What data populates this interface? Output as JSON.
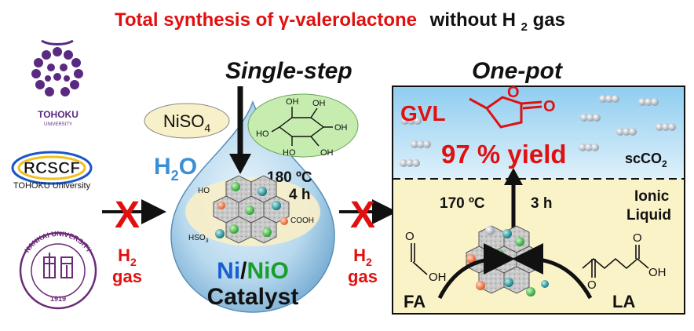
{
  "title": {
    "part1": "Total synthesis of γ-valerolactone",
    "part2": "without H",
    "part2_sub": "2",
    "part3": " gas",
    "color1": "#e01010",
    "color2": "#111111"
  },
  "logos": {
    "tohoku_label": "TOHOKU",
    "tohoku_sub": "UNIVERSITY",
    "rcscf_label": "RCSCF",
    "rcscf_sub": "TOHOKU University",
    "nankai_ring": "NANKAI UNIVERSITY",
    "nankai_year": "1919"
  },
  "left_panel": {
    "heading": "Single-step",
    "nickel_salt": "NiSO",
    "nickel_salt_sub": "4",
    "solvent": "H",
    "solvent_sub": "2",
    "solvent_tail": "O",
    "temperature": "180 ºC",
    "time": "4 h",
    "catalyst_line1_a": "Ni",
    "catalyst_line1_sep": "/",
    "catalyst_line1_b": "NiO",
    "catalyst_line2": "Catalyst",
    "glucose_groups": [
      "OH",
      "OH",
      "HO",
      "HO",
      "OH",
      "OH"
    ],
    "sheet_groups": [
      "HO",
      "COOH",
      "HSO",
      "3"
    ]
  },
  "gate1": {
    "label1": "H",
    "label1_sub": "2",
    "label2": "gas"
  },
  "gate2": {
    "label1": "H",
    "label1_sub": "2",
    "label2": "gas"
  },
  "right_panel": {
    "heading": "One-pot",
    "product_abbr": "GVL",
    "yield": "97 % yield",
    "phase_top": "scCO",
    "phase_top_sub": "2",
    "conditions_temp": "170 ºC",
    "conditions_time": "3 h",
    "phase_bottom_1": "Ionic",
    "phase_bottom_2": "Liquid",
    "reagent_left": "FA",
    "reagent_right": "LA",
    "atom_O": "O",
    "atom_OH": "OH"
  },
  "colors": {
    "red": "#e01010",
    "blue": "#1a5fd1",
    "green": "#1a9e2a",
    "sky": "#3a8fd6",
    "purple": "#5a2a82",
    "sc_phase": "#b9dff5",
    "il_phase": "#fbf3c8"
  }
}
